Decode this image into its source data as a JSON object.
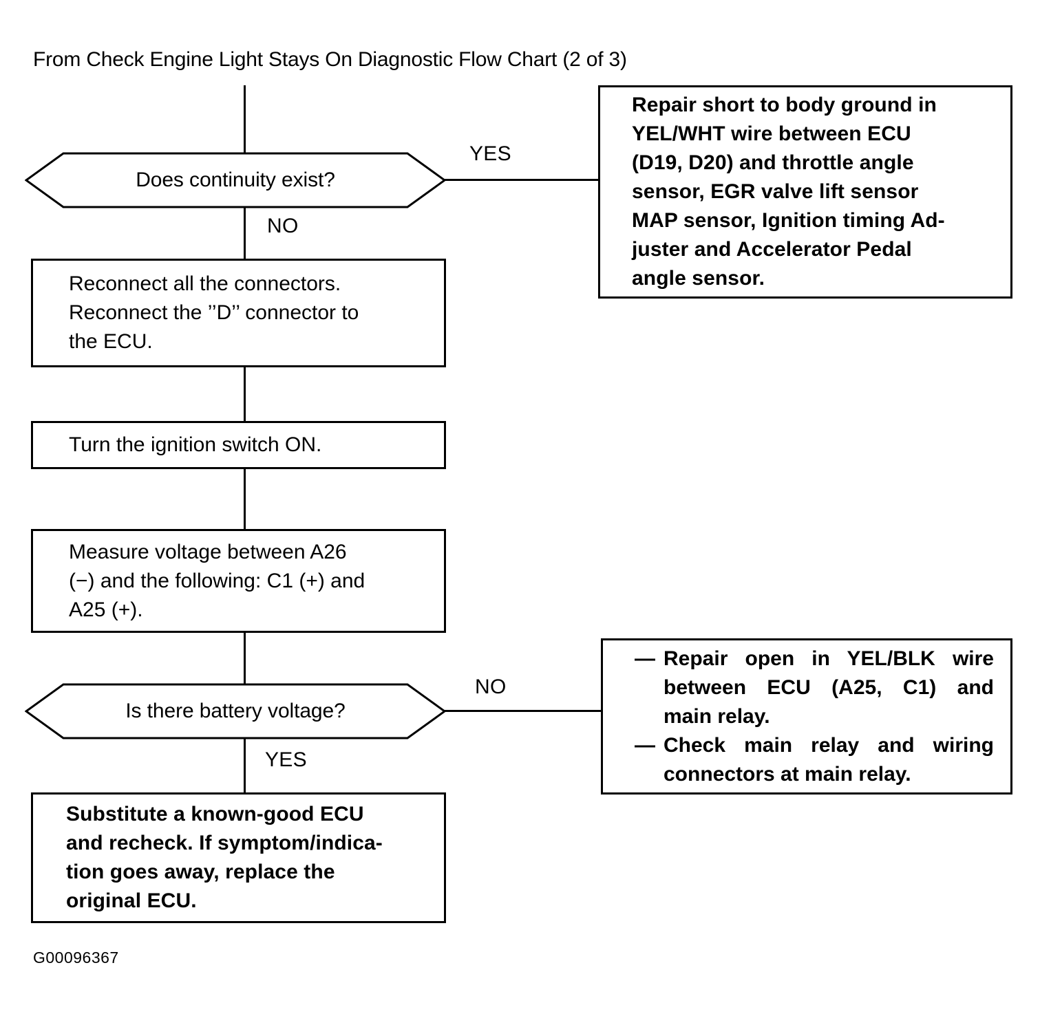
{
  "document": {
    "title": "From Check Engine Light Stays On Diagnostic Flow Chart (2 of 3)",
    "figure_code": "G00096367"
  },
  "flow": {
    "decisions": [
      {
        "id": "continuity",
        "text": "Does continuity exist?",
        "yes_label": "YES",
        "no_label": "NO"
      },
      {
        "id": "battery-voltage",
        "text": "Is there battery voltage?",
        "yes_label": "YES",
        "no_label": "NO"
      }
    ],
    "process_steps": [
      {
        "id": "reconnect-connectors",
        "lines": [
          "Reconnect all the connectors.",
          "Reconnect the ’’D’’ connector to",
          "the ECU."
        ]
      },
      {
        "id": "ignition-on",
        "lines": [
          "Turn the ignition switch ON."
        ]
      },
      {
        "id": "measure-voltage",
        "lines": [
          "Measure voltage between A26",
          "(−) and the following: C1 (+) and",
          "A25 (+)."
        ]
      },
      {
        "id": "substitute-ecu",
        "lines": [
          "Substitute a known-good ECU",
          "and recheck. If symptom/indica-",
          "tion goes away, replace the",
          "original ECU."
        ]
      }
    ],
    "outcomes": [
      {
        "id": "repair-short-yel-wht",
        "lines": [
          "Repair short to body ground in",
          "YEL/WHT wire between ECU",
          "(D19, D20) and throttle angle",
          "sensor, EGR valve lift sensor",
          "MAP sensor, Ignition timing Ad-",
          "juster and Accelerator Pedal",
          "angle sensor."
        ]
      },
      {
        "id": "repair-open-yel-blk",
        "dash": "—",
        "bullets": [
          [
            "Repair open in YEL/BLK wire",
            "between ECU (A25, C1) and",
            "main relay."
          ],
          [
            "Check main relay and wiring",
            "connectors at main relay."
          ]
        ]
      }
    ]
  },
  "colors": {
    "ink": "#000000",
    "paper": "#ffffff"
  }
}
